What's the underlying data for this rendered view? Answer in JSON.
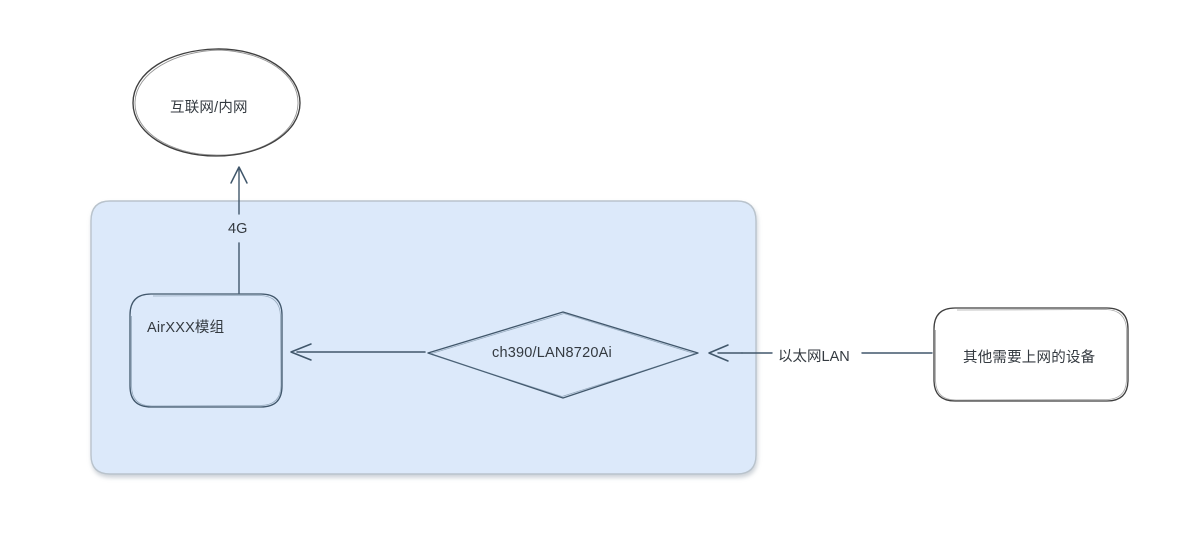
{
  "diagram": {
    "type": "network-architecture",
    "background_color": "#ffffff",
    "container": {
      "name": "device-boundary",
      "fill_color": "#dce9fa",
      "stroke_color": "#b9c3cc"
    },
    "nodes": [
      {
        "id": "internet",
        "shape": "ellipse",
        "label": "互联网/内网",
        "stroke_color": "#3f3f3f"
      },
      {
        "id": "air-module",
        "shape": "rounded-rect",
        "label": "AirXXX模组",
        "stroke_color": "#41576b"
      },
      {
        "id": "phy-chip",
        "shape": "diamond",
        "label": "ch390/LAN8720Ai",
        "stroke_color": "#41576b"
      },
      {
        "id": "other-devices",
        "shape": "rounded-rect",
        "label": "其他需要上网的设备",
        "stroke_color": "#3f3f3f"
      }
    ],
    "edges": [
      {
        "id": "edge-4g",
        "from": "air-module",
        "to": "internet",
        "label": "4G",
        "direction": "up",
        "arrowhead": "open"
      },
      {
        "id": "edge-chip-to-module",
        "from": "phy-chip",
        "to": "air-module",
        "label": "",
        "direction": "left",
        "arrowhead": "open"
      },
      {
        "id": "edge-devices-to-chip",
        "from": "other-devices",
        "to": "phy-chip",
        "label": "以太网LAN",
        "direction": "left",
        "arrowhead": "open"
      }
    ]
  }
}
